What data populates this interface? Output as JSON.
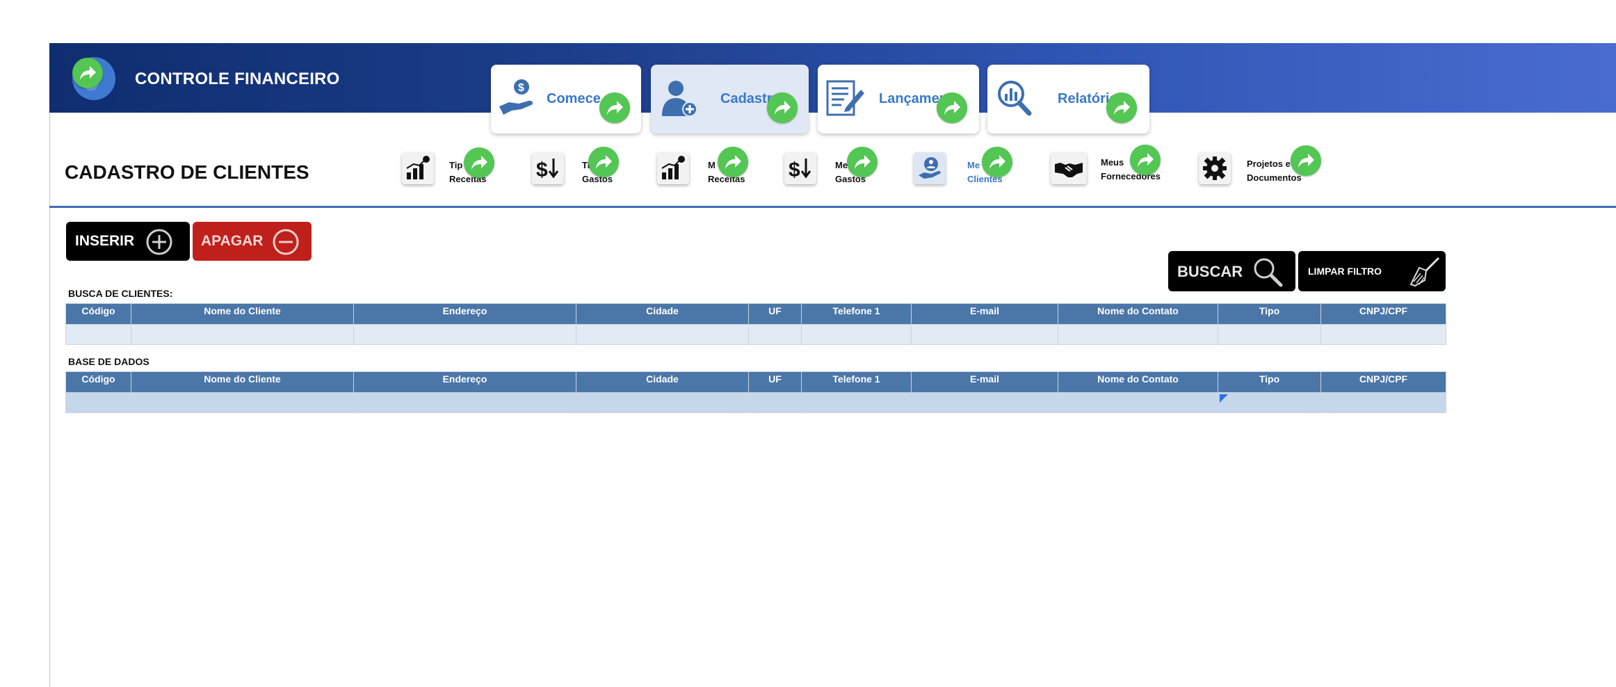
{
  "header": {
    "app_title": "CONTROLE FINANCEIRO",
    "tabs": [
      {
        "label": "Comece a",
        "icon": "hand-money-icon"
      },
      {
        "label": "Cadastro",
        "icon": "user-add-icon"
      },
      {
        "label": "Lançamen",
        "icon": "form-edit-icon"
      },
      {
        "label": "Relatório",
        "icon": "magnify-chart-icon"
      }
    ]
  },
  "page_title": "CADASTRO DE CLIENTES",
  "subnav": [
    {
      "line1": "Tip",
      "line2": "Receitas",
      "icon": "bar-chart-money-icon"
    },
    {
      "line1": "Ti",
      "line2": "Gastos",
      "icon": "dollar-down-icon"
    },
    {
      "line1": "M",
      "line2": "Receitas",
      "icon": "bar-chart-money-icon"
    },
    {
      "line1": "Me",
      "line2": "Gastos",
      "icon": "dollar-down-icon"
    },
    {
      "line1": "Me",
      "line2": "Clientes",
      "icon": "client-hand-icon"
    },
    {
      "line1": "Meus",
      "line2": "Fornecedores",
      "icon": "handshake-icon"
    },
    {
      "line1": "Projetos e",
      "line2": "Documentos",
      "icon": "gear-icon"
    }
  ],
  "actions": {
    "inserir": "INSERIR",
    "apagar": "APAGAR",
    "buscar": "BUSCAR",
    "limpar": "LIMPAR FILTRO"
  },
  "search_section": {
    "label": "BUSCA DE CLIENTES:",
    "columns": [
      "Código",
      "Nome do Cliente",
      "Endereço",
      "Cidade",
      "UF",
      "Telefone 1",
      "E-mail",
      "Nome do Contato",
      "Tipo",
      "CNPJ/CPF"
    ]
  },
  "data_section": {
    "label": "BASE DE DADOS",
    "columns": [
      "Código",
      "Nome do Cliente",
      "Endereço",
      "Cidade",
      "UF",
      "Telefone 1",
      "E-mail",
      "Nome do Contato",
      "Tipo",
      "CNPJ/CPF"
    ]
  },
  "colors": {
    "header_start": "#0f2d6f",
    "header_end": "#4a6cd1",
    "accent_blue": "#3a78c8",
    "table_header": "#4b76a8",
    "delete_red": "#c0201b",
    "share_green": "#53c653"
  }
}
